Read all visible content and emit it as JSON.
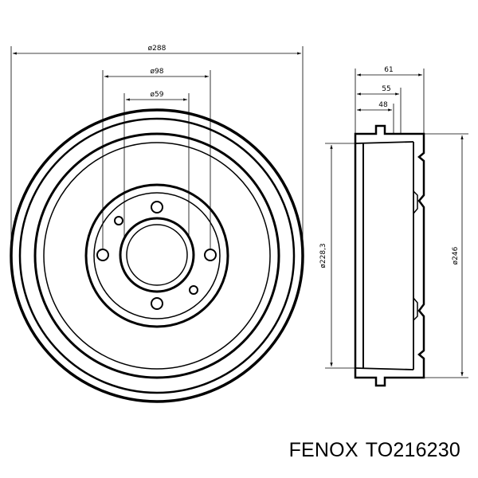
{
  "front_view": {
    "dim_outer": "ø288",
    "dim_pcd": "ø98",
    "dim_center": "ø59"
  },
  "side_view": {
    "dim_width_total": "61",
    "dim_width_mid": "55",
    "dim_width_inner": "48",
    "dim_inner_diameter": "ø228,3",
    "dim_outer_diameter": "ø246"
  },
  "caption": {
    "brand": "FENOX",
    "part_number": "TO216230"
  },
  "colors": {
    "line": "#000000",
    "background": "#ffffff"
  }
}
